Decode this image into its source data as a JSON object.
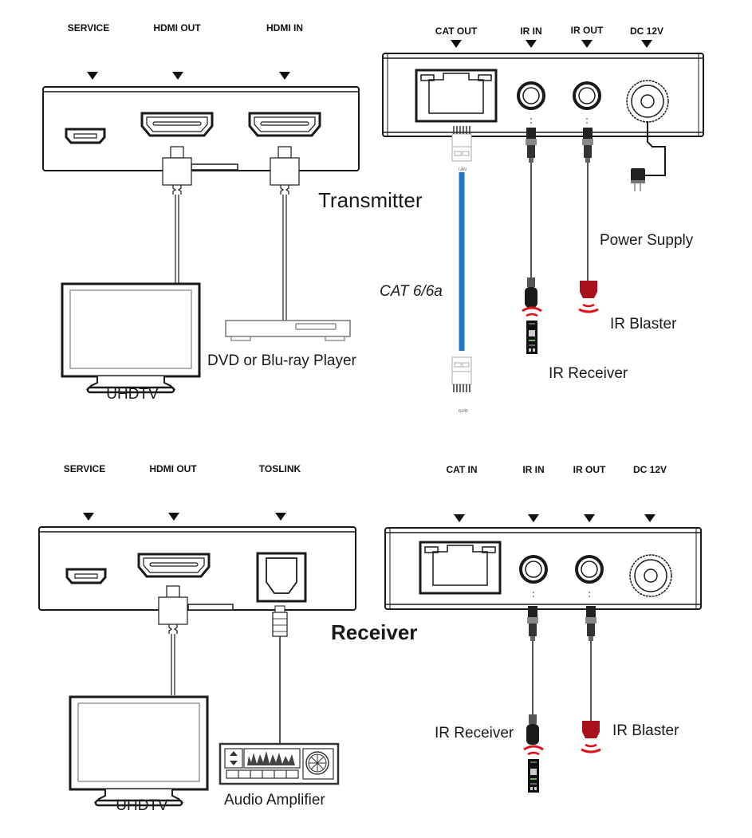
{
  "diagram": {
    "transmitter": {
      "title": "Transmitter",
      "hdmi_unit": {
        "ports": [
          "SERVICE",
          "HDMI OUT",
          "HDMI IN"
        ]
      },
      "cat_unit": {
        "ports": [
          "CAT OUT",
          "IR IN",
          "IR OUT",
          "DC 12V"
        ]
      },
      "devices": {
        "tv": "UHDTV",
        "player": "DVD or Blu-ray Player",
        "power": "Power Supply",
        "ir_blaster": "IR Blaster",
        "ir_receiver": "IR Receiver"
      },
      "cable": "CAT 6/6a",
      "connector_tag_top": "LAN",
      "connector_tag_bottom": "RJ45"
    },
    "receiver": {
      "title": "Receiver",
      "hdmi_unit": {
        "ports": [
          "SERVICE",
          "HDMI OUT",
          "TOSLINK"
        ]
      },
      "cat_unit": {
        "ports": [
          "CAT IN",
          "IR IN",
          "IR OUT",
          "DC 12V"
        ]
      },
      "devices": {
        "tv": "UHDTV",
        "amplifier": "Audio Amplifier",
        "ir_receiver": "IR Receiver",
        "ir_blaster": "IR Blaster"
      }
    },
    "colors": {
      "cat_cable": "#1f78c8",
      "ir_red": "#e0101a",
      "ir_blaster_body": "#a8101a",
      "outline": "#1a1a1a"
    }
  }
}
